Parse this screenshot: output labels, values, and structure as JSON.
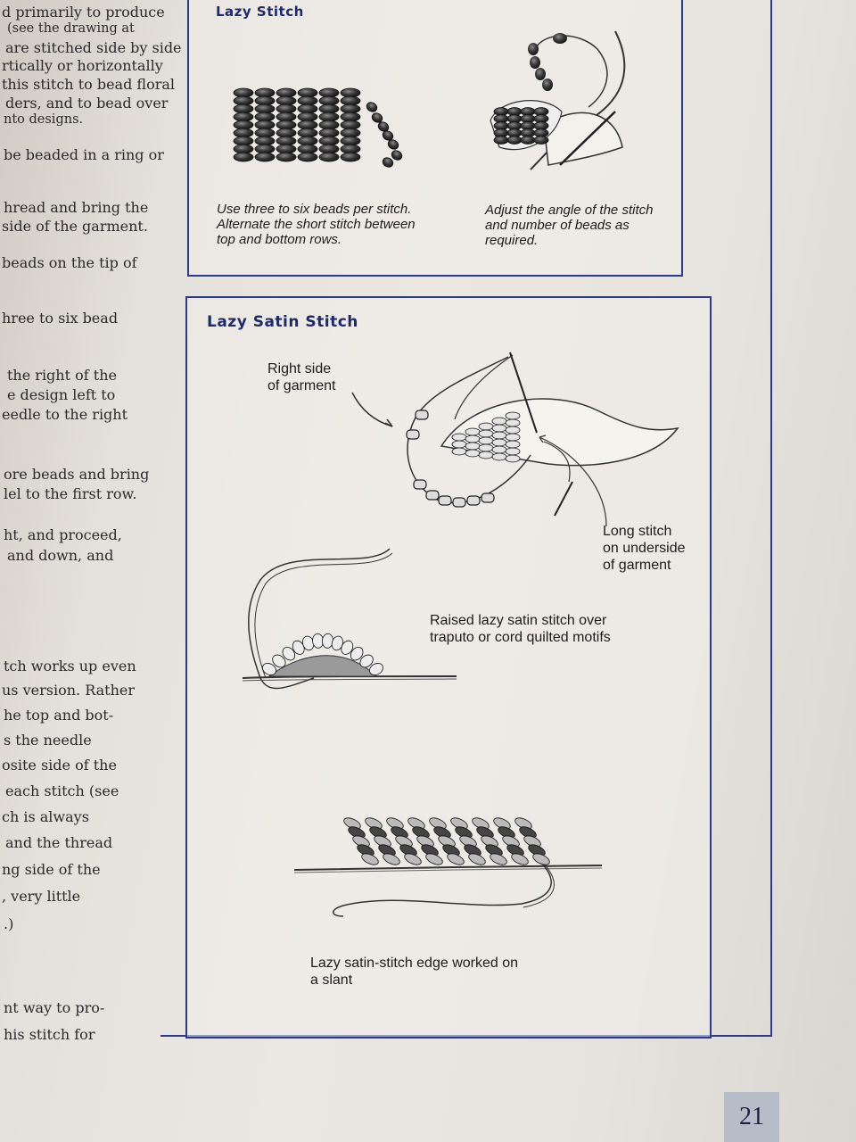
{
  "left_column": [
    "d primarily to produce",
    "(see the drawing at",
    "are stitched side by side",
    "rtically or horizontally",
    "this stitch to bead floral",
    "ders, and to bead over",
    "nto designs.",
    "be beaded in a ring or",
    "hread and bring the",
    "side of the garment.",
    "beads on the tip of",
    "hree to six bead",
    "the right of the",
    "e design left to",
    "eedle to the right",
    "ore beads and bring",
    "lel to the first row.",
    "ht, and proceed,",
    "and down, and",
    "tch works up even",
    "us version. Rather",
    "he top and bot-",
    "s the needle",
    "osite side of the",
    "each stitch (see",
    "ch is always",
    "and the thread",
    "ng side of the",
    ", very little",
    ".)",
    "nt way to pro-",
    "his stitch for"
  ],
  "lazy_stitch": {
    "title": "Lazy Stitch",
    "caption_left": [
      "Use three to six beads per stitch.",
      "Alternate the short stitch between",
      "top and bottom rows."
    ],
    "caption_right": [
      "Adjust the angle of the stitch",
      "and number of beads as",
      "required."
    ]
  },
  "lazy_satin": {
    "title": "Lazy Satin Stitch",
    "label_right_side": [
      "Right side",
      "of garment"
    ],
    "label_long_stitch": [
      "Long stitch",
      "on underside",
      "of garment"
    ],
    "label_raised": [
      "Raised lazy satin stitch over",
      "traputo or cord quilted motifs"
    ],
    "label_slant": [
      "Lazy satin-stitch edge worked on",
      "a slant"
    ]
  },
  "page_number": "21"
}
